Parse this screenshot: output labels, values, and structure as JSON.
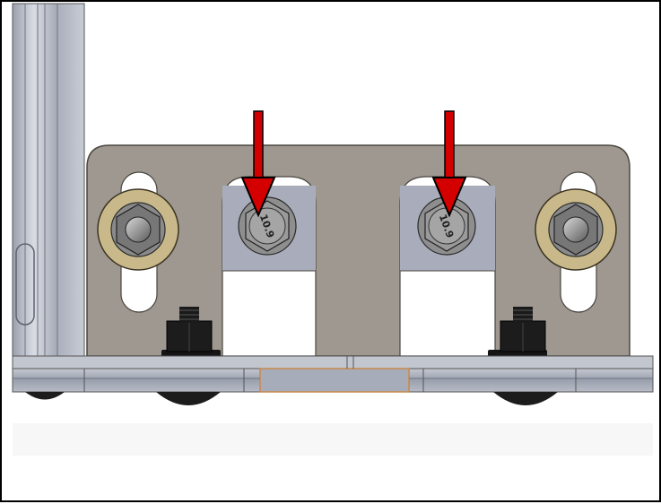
{
  "figure": {
    "bolt_grade_marking": "10.9",
    "colors": {
      "bracket_plate": "#9e9890",
      "washer_brass": "#c9b98a",
      "slot_bg": "#ffffff",
      "bolt_steel": "#8f8f8f",
      "extrusion": "#aeb2bd",
      "arrow_red": "#d40000",
      "nut_black": "#1c1c1c"
    },
    "arrows": [
      {
        "name": "left-arrow",
        "points_to": "left-center-bolt"
      },
      {
        "name": "right-arrow",
        "points_to": "right-center-bolt"
      }
    ]
  }
}
